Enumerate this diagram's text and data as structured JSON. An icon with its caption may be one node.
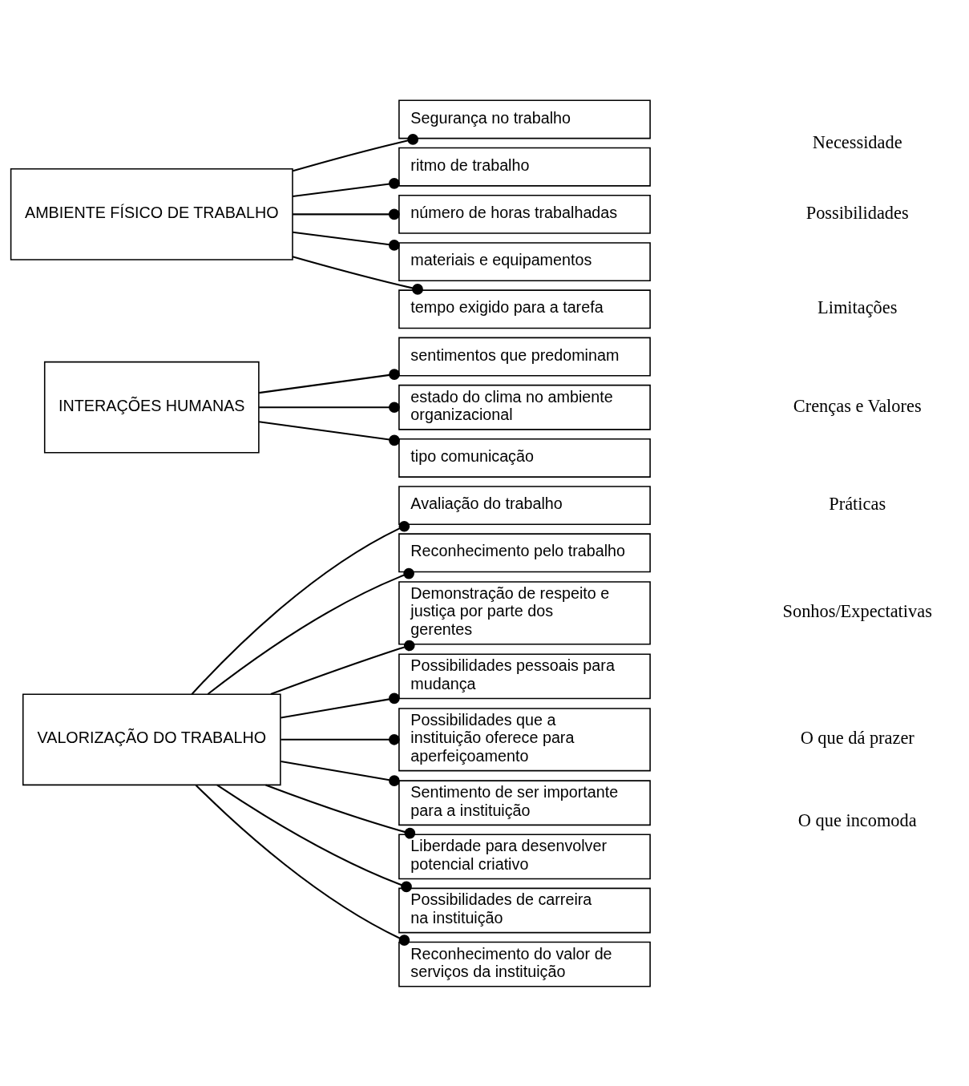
{
  "diagram": {
    "nodes": [
      {
        "text": [
          "AMBIENTE FÍSICO DE TRABALHO"
        ]
      },
      {
        "text": [
          "Segurança no trabalho"
        ]
      },
      {
        "text": [
          "ritmo de trabalho"
        ]
      },
      {
        "text": [
          "número de horas trabalhadas"
        ]
      },
      {
        "text": [
          "materiais e equipamentos"
        ]
      },
      {
        "text": [
          "tempo exigido para a tarefa"
        ]
      },
      {
        "text": [
          "INTERAÇÕES HUMANAS"
        ]
      },
      {
        "text": [
          "sentimentos que predominam"
        ]
      },
      {
        "text": [
          "estado do clima no ambiente organizacional"
        ]
      },
      {
        "text": [
          "tipo comunicação"
        ]
      },
      {
        "text": [
          "VALORIZAÇÃO DO TRABALHO"
        ]
      },
      {
        "text": [
          "Avaliação do trabalho"
        ]
      },
      {
        "text": [
          "Reconhecimento pelo trabalho"
        ]
      },
      {
        "text": [
          "Demonstração de respeito e justiça por parte dos gerentes"
        ]
      },
      {
        "text": [
          "Possibilidades pessoais para mudança"
        ]
      },
      {
        "text": [
          "Possibilidades que a instituição oferece para aperfeiçoamento"
        ]
      },
      {
        "text": [
          "Sentimento de ser importante para a instituição"
        ]
      },
      {
        "text": [
          "Liberdade para desenvolver potencial criativo"
        ]
      },
      {
        "text": [
          "Possibilidades de carreira na instituição"
        ]
      },
      {
        "text": [
          "Reconhecimento do valor de serviços da instituição"
        ]
      }
    ],
    "edges": [
      {
        "from": 0,
        "to": 1,
        "arrow": "other"
      },
      {
        "from": 0,
        "to": 2,
        "arrow": "other"
      },
      {
        "from": 0,
        "to": 3,
        "arrow": "other"
      },
      {
        "from": 0,
        "to": 4,
        "arrow": "other"
      },
      {
        "from": 0,
        "to": 5,
        "arrow": "other"
      },
      {
        "from": 6,
        "to": 7,
        "arrow": "other"
      },
      {
        "from": 6,
        "to": 8,
        "arrow": "other"
      },
      {
        "from": 6,
        "to": 9,
        "arrow": "other"
      },
      {
        "from": 10,
        "to": 11,
        "arrow": "other"
      },
      {
        "from": 10,
        "to": 12,
        "arrow": "other"
      },
      {
        "from": 10,
        "to": 13,
        "arrow": "other"
      },
      {
        "from": 10,
        "to": 14,
        "arrow": "other"
      },
      {
        "from": 10,
        "to": 15,
        "arrow": "other"
      },
      {
        "from": 10,
        "to": 16,
        "arrow": "other"
      },
      {
        "from": 10,
        "to": 17,
        "arrow": "other"
      },
      {
        "from": 10,
        "to": 18,
        "arrow": "other"
      },
      {
        "from": 10,
        "to": 19,
        "arrow": "other"
      }
    ],
    "labels": [
      "Necessidade",
      "Possibilidades",
      "Limitações",
      "Crenças e Valores",
      "Práticas",
      "Sonhos/Expectativas",
      "O que dá prazer",
      "O que incomoda"
    ]
  }
}
